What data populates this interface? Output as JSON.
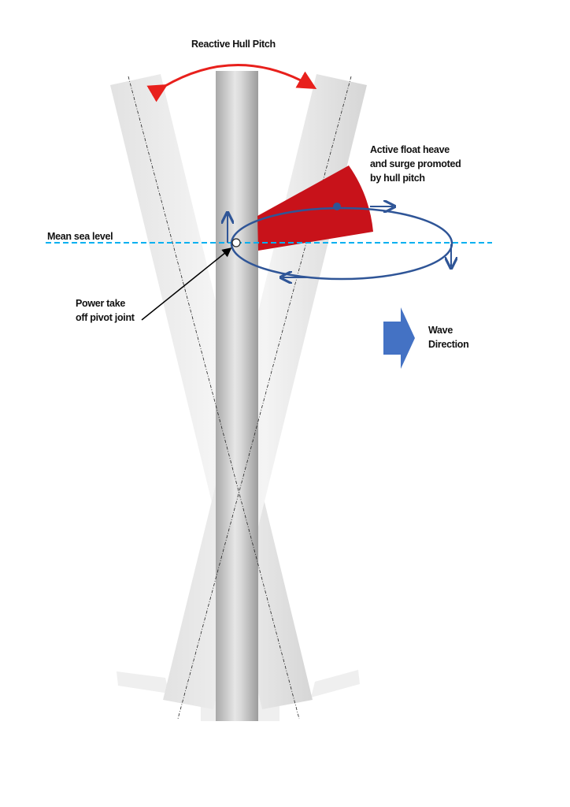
{
  "labels": {
    "title": "Reactive Hull Pitch",
    "float_line1": "Active float heave",
    "float_line2": "and surge promoted",
    "float_line3": "by hull pitch",
    "sea_level": "Mean sea level",
    "pto_line1": "Power take",
    "pto_line2": "off pivot joint",
    "wave_line1": "Wave",
    "wave_line2": "Direction"
  },
  "colors": {
    "hull_pitch_arrow": "#e8201c",
    "float_sector": "#c8121a",
    "motion_path": "#2f5597",
    "sea_level": "#00b0f0",
    "wave_arrow": "#4472c4"
  }
}
